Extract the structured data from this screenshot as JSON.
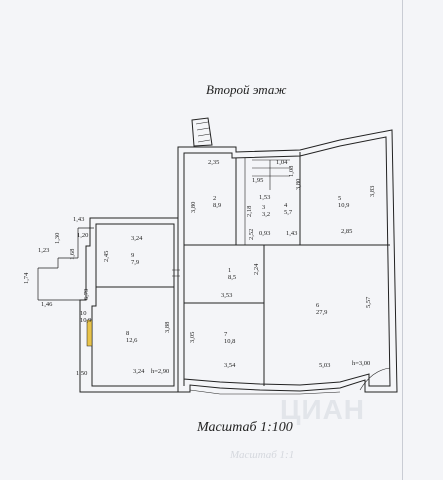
{
  "title": "Второй этаж",
  "scale": "Масштаб 1:100",
  "ghost_text": "Масштаб 1:1",
  "watermark": "ЦИАН",
  "rooms": [
    {
      "num": "1",
      "area": "8,5"
    },
    {
      "num": "2",
      "area": "8,9"
    },
    {
      "num": "3",
      "area": "3,2"
    },
    {
      "num": "4",
      "area": "5,7"
    },
    {
      "num": "5",
      "area": "10,9"
    },
    {
      "num": "6",
      "area": "27,9"
    },
    {
      "num": "7",
      "area": "10,8"
    },
    {
      "num": "8",
      "area": "12,6"
    },
    {
      "num": "9",
      "area": "7,9"
    },
    {
      "num": "10",
      "area": "10,9"
    }
  ],
  "dims": {
    "d235": "2,35",
    "d104": "1,04",
    "d195": "1,95",
    "d108": "1,08",
    "d380a": "3,80",
    "d153": "1,53",
    "d380b": "3,80",
    "d383": "3,83",
    "d218": "2,18",
    "d093": "0,93",
    "d143a": "1,43",
    "d285": "2,85",
    "d252": "2,52",
    "d143b": "1,43",
    "d120": "1,20",
    "d130": "1,30",
    "d324a": "3,24",
    "d123": "1,23",
    "d168": "1,68",
    "d245": "2,45",
    "d174": "1,74",
    "d224": "2,24",
    "d353": "3,53",
    "d146": "1,46",
    "d679": "6,79",
    "d557": "5,57",
    "d388": "3,88",
    "d305": "3,05",
    "d354": "3,54",
    "d503": "5,03",
    "h300": "h=3,00",
    "d150": "1,50",
    "d324b": "3,24",
    "h290": "h=2,90"
  }
}
